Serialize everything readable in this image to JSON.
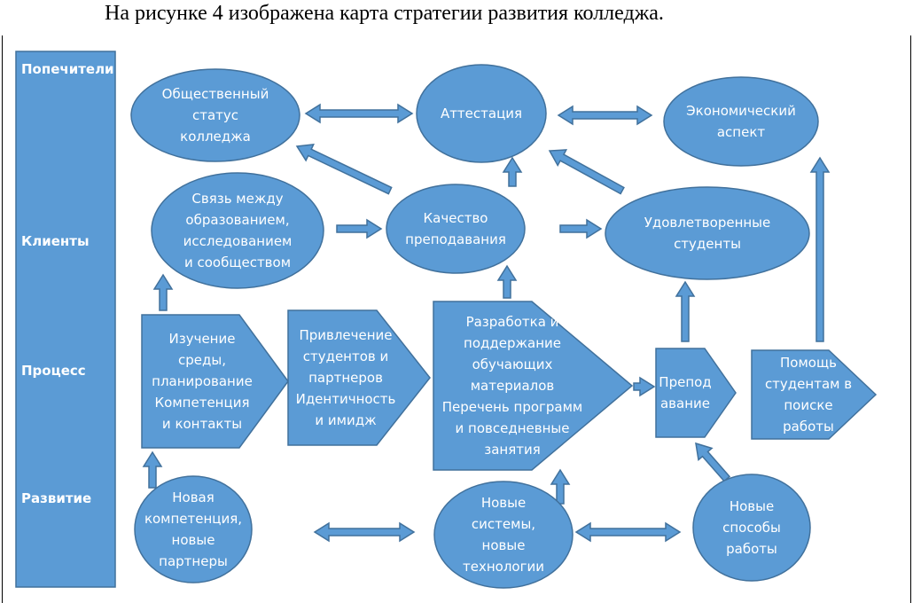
{
  "title": "На рисунке 4 изображена карта стратегии развития колледжа.",
  "colors": {
    "fill": "#5b9bd5",
    "stroke": "#41719c",
    "text": "#ffffff"
  },
  "lanes": [
    "Попечители",
    "Клиенты",
    "Процесс",
    "Развитие"
  ],
  "nodes": {
    "status": [
      "Общественный",
      "статус",
      "колледжа"
    ],
    "attestation": [
      "Аттестация"
    ],
    "economic": [
      "Экономический",
      "аспект"
    ],
    "link": [
      "Связь между",
      "образованием,",
      "исследованием",
      "и сообществом"
    ],
    "quality": [
      "Качество",
      "преподавания"
    ],
    "satisfied": [
      "Удовлетворенные",
      "студенты"
    ],
    "study": [
      "Изучение",
      "среды,",
      "планирование",
      "Компетенция",
      "и контакты"
    ],
    "attract": [
      "Привлечение",
      "студентов и",
      "партнеров",
      "Идентичность",
      "и имидж"
    ],
    "develop": [
      "Разработка и",
      "поддержание",
      "обучающих",
      "материалов",
      "Перечень программ",
      "и повседневные",
      "занятия"
    ],
    "teaching": [
      "Препод",
      "авание"
    ],
    "jobhelp": [
      "Помощь",
      "студентам в",
      "поиске",
      "работы"
    ],
    "competence": [
      "Новая",
      "компетенция,",
      "новые",
      "партнеры"
    ],
    "systems": [
      "Новые",
      "системы,",
      "новые",
      "технологии"
    ],
    "methods": [
      "Новые",
      "способы",
      "работы"
    ]
  }
}
